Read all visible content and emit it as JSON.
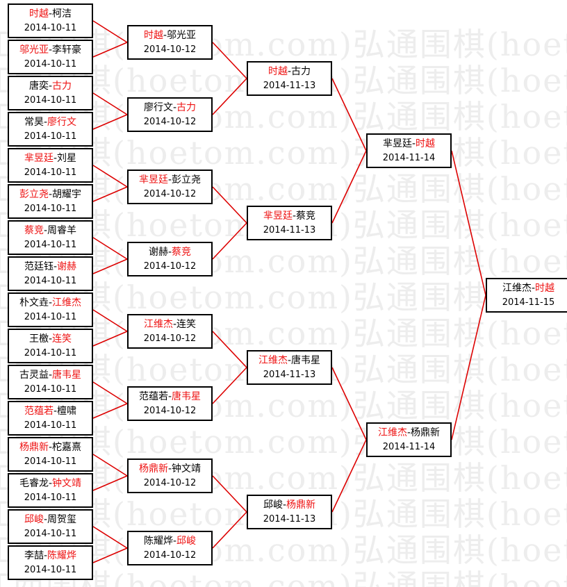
{
  "watermark": "江西围棋(hoetom.com)弘通围棋(hoetom.com)弘通围棋",
  "colors": {
    "winner": "#ee1111",
    "normal": "#000000",
    "line": "#dd0000",
    "border": "#000000"
  },
  "rounds": [
    {
      "id": "r1",
      "matches": [
        {
          "p1": "时越",
          "p2": "柯洁",
          "winner": 1,
          "date": "2014-10-11"
        },
        {
          "p1": "邬光亚",
          "p2": "李轩豪",
          "winner": 1,
          "date": "2014-10-11"
        },
        {
          "p1": "唐奕",
          "p2": "古力",
          "winner": 2,
          "date": "2014-10-11"
        },
        {
          "p1": "常昊",
          "p2": "廖行文",
          "winner": 2,
          "date": "2014-10-11"
        },
        {
          "p1": "芈昱廷",
          "p2": "刘星",
          "winner": 1,
          "date": "2014-10-11"
        },
        {
          "p1": "彭立尧",
          "p2": "胡耀宇",
          "winner": 1,
          "date": "2014-10-11"
        },
        {
          "p1": "蔡竞",
          "p2": "周睿羊",
          "winner": 1,
          "date": "2014-10-11"
        },
        {
          "p1": "范廷钰",
          "p2": "谢赫",
          "winner": 2,
          "date": "2014-10-11"
        },
        {
          "p1": "朴文垚",
          "p2": "江维杰",
          "winner": 2,
          "date": "2014-10-11"
        },
        {
          "p1": "王檄",
          "p2": "连笑",
          "winner": 2,
          "date": "2014-10-11"
        },
        {
          "p1": "古灵益",
          "p2": "唐韦星",
          "winner": 2,
          "date": "2014-10-11"
        },
        {
          "p1": "范蕴若",
          "p2": "檀啸",
          "winner": 1,
          "date": "2014-10-11"
        },
        {
          "p1": "杨鼎新",
          "p2": "柁嘉熹",
          "winner": 1,
          "date": "2014-10-11"
        },
        {
          "p1": "毛睿龙",
          "p2": "钟文靖",
          "winner": 2,
          "date": "2014-10-11"
        },
        {
          "p1": "邱峻",
          "p2": "周贺玺",
          "winner": 1,
          "date": "2014-10-11"
        },
        {
          "p1": "李喆",
          "p2": "陈耀烨",
          "winner": 2,
          "date": "2014-10-11"
        }
      ]
    },
    {
      "id": "r2",
      "matches": [
        {
          "p1": "时越",
          "p2": "邬光亚",
          "winner": 1,
          "date": "2014-10-12"
        },
        {
          "p1": "廖行文",
          "p2": "古力",
          "winner": 2,
          "date": "2014-10-12"
        },
        {
          "p1": "芈昱廷",
          "p2": "彭立尧",
          "winner": 1,
          "date": "2014-10-12"
        },
        {
          "p1": "谢赫",
          "p2": "蔡竞",
          "winner": 2,
          "date": "2014-10-12"
        },
        {
          "p1": "江维杰",
          "p2": "连笑",
          "winner": 1,
          "date": "2014-10-12"
        },
        {
          "p1": "范蕴若",
          "p2": "唐韦星",
          "winner": 2,
          "date": "2014-10-12"
        },
        {
          "p1": "杨鼎新",
          "p2": "钟文靖",
          "winner": 1,
          "date": "2014-10-12"
        },
        {
          "p1": "陈耀烨",
          "p2": "邱峻",
          "winner": 2,
          "date": "2014-10-12"
        }
      ]
    },
    {
      "id": "r3",
      "matches": [
        {
          "p1": "时越",
          "p2": "古力",
          "winner": 1,
          "date": "2014-11-13"
        },
        {
          "p1": "芈昱廷",
          "p2": "蔡竞",
          "winner": 1,
          "date": "2014-11-13"
        },
        {
          "p1": "江维杰",
          "p2": "唐韦星",
          "winner": 1,
          "date": "2014-11-13"
        },
        {
          "p1": "邱峻",
          "p2": "杨鼎新",
          "winner": 2,
          "date": "2014-11-13"
        }
      ]
    },
    {
      "id": "r4",
      "matches": [
        {
          "p1": "芈昱廷",
          "p2": "时越",
          "winner": 2,
          "date": "2014-11-14"
        },
        {
          "p1": "江维杰",
          "p2": "杨鼎新",
          "winner": 1,
          "date": "2014-11-14"
        }
      ]
    },
    {
      "id": "final",
      "matches": [
        {
          "p1": "江维杰",
          "p2": "时越",
          "winner": 2,
          "date": "2014-11-15"
        }
      ]
    }
  ]
}
